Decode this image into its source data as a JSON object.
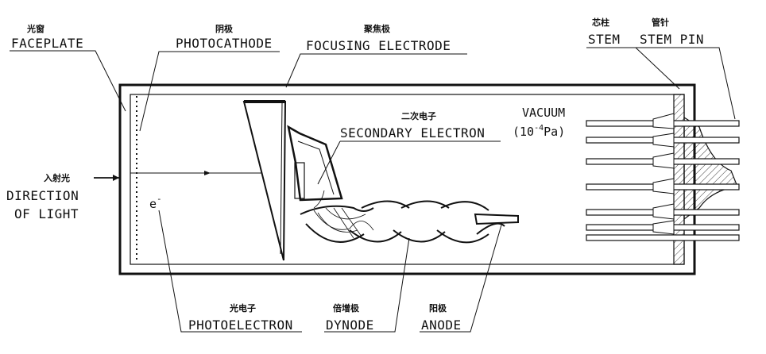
{
  "labels": {
    "faceplate": {
      "cn": "光窗",
      "en": "FACEPLATE"
    },
    "photocathode": {
      "cn": "阴极",
      "en": "PHOTOCATHODE"
    },
    "focusing_electrode": {
      "cn": "聚焦极",
      "en": "FOCUSING ELECTRODE"
    },
    "stem": {
      "cn": "芯柱",
      "en": "STEM"
    },
    "stem_pin": {
      "cn": "管针",
      "en": "STEM PIN"
    },
    "secondary_electron": {
      "cn": "二次电子",
      "en": "SECONDARY ELECTRON"
    },
    "vacuum": {
      "line1": "VACUUM",
      "line2_pre": "(10",
      "line2_sup": "-4",
      "line2_post": "Pa)"
    },
    "direction_of_light": {
      "cn": "入射光",
      "en1": "DIRECTION",
      "en2": "OF LIGHT"
    },
    "electron_symbol": {
      "base": "e",
      "sup": "-"
    },
    "photoelectron": {
      "cn": "光电子",
      "en": "PHOTOELECTRON"
    },
    "dynode": {
      "cn": "倍增极",
      "en": "DYNODE"
    },
    "anode": {
      "cn": "阳极",
      "en": "ANODE"
    }
  }
}
